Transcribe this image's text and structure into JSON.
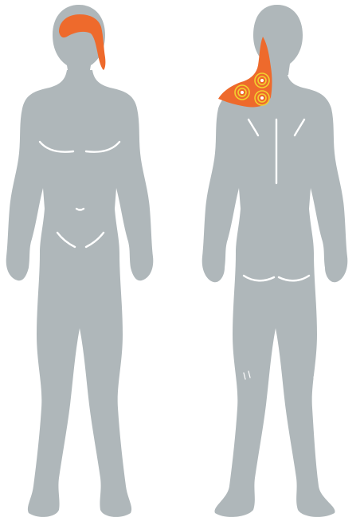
{
  "colors": {
    "background": "#ffffff",
    "body_fill": "#afb7ba",
    "muscle_line": "#ffffff",
    "pain_area": "#ee6a2c",
    "trigger_ring": "#f2d12e",
    "trigger_core": "#ffffff"
  },
  "figures": [
    {
      "view": "front",
      "highlighted_region": "back-of-head-and-upper-neck",
      "trigger_point_count": 0
    },
    {
      "view": "back",
      "highlighted_region": "neck-and-upper-trapezius",
      "trigger_point_count": 3
    }
  ]
}
